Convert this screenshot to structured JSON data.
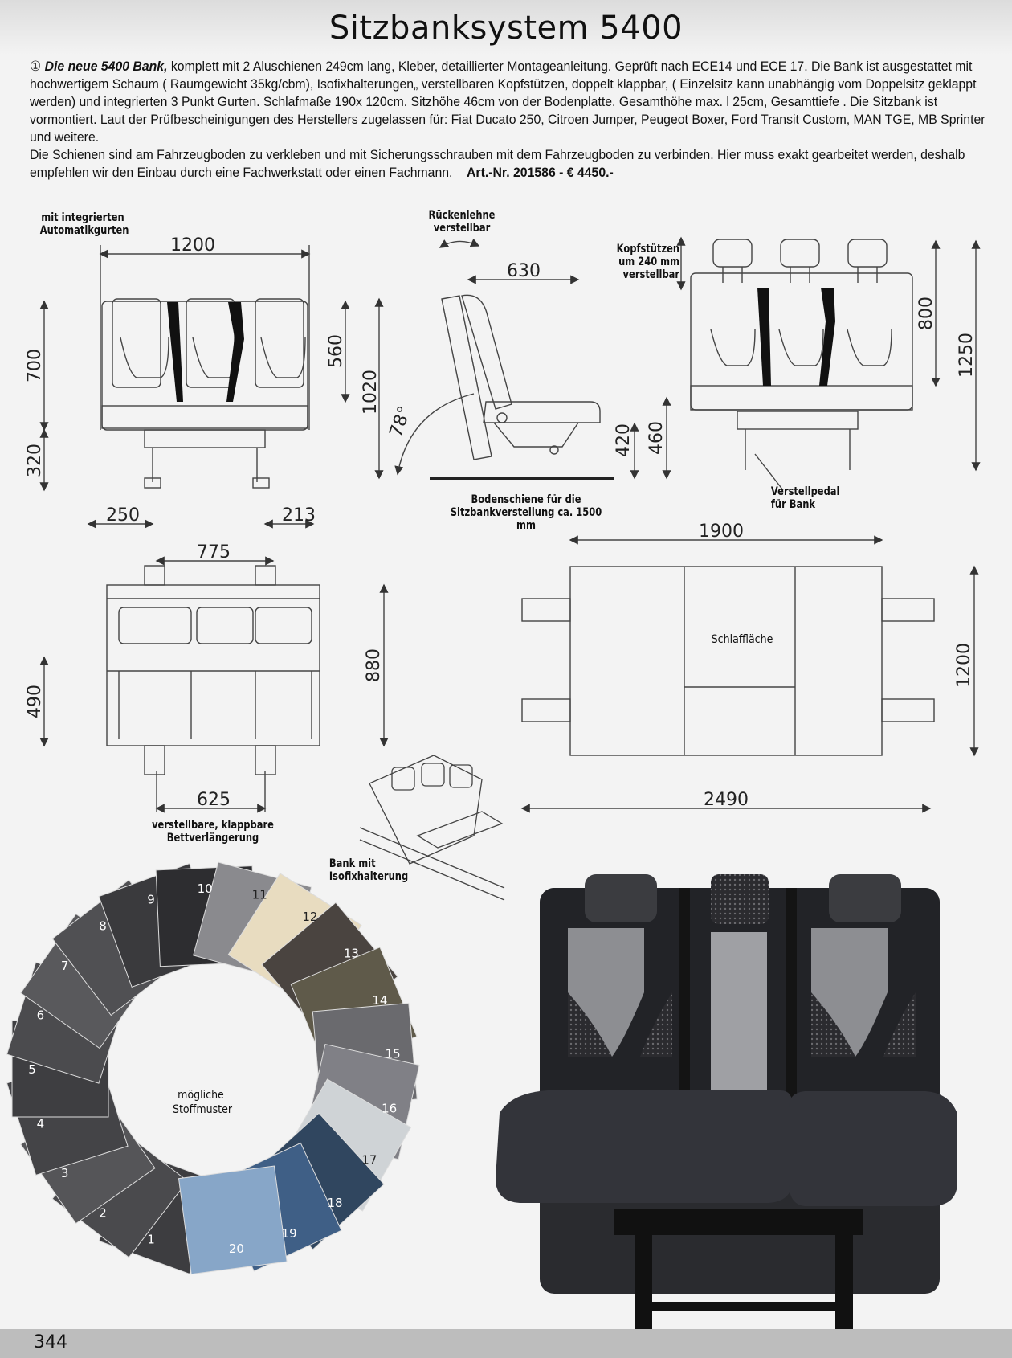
{
  "title": "Sitzbanksystem 5400",
  "intro": {
    "marker": "①",
    "lead": "Die neue 5400 Bank,",
    "body": " komplett mit 2 Aluschienen 249cm lang, Kleber, detaillierter Montageanleitung. Geprüft nach ECE14 und ECE 17. Die Bank ist ausgestattet mit hochwertigem Schaum ( Raumgewicht 35kg/cbm), Isofixhalterungen„ verstellbaren Kopfstützen, doppelt klappbar, ( Einzelsitz kann unabhängig vom Doppelsitz geklappt werden) und integrierten 3 Punkt Gurten. Schlafmaße 190x 120cm. Sitzhöhe 46cm von der Bodenplatte. Gesamthöhe max. l 25cm, Gesamttiefe . Die Sitzbank ist vormontiert. Laut der Prüfbescheinigungen des Herstellers zugelassen für: Fiat Ducato 250, Citroen Jumper, Peugeot Boxer, Ford Transit Custom, MAN TGE, MB Sprinter und weitere.",
    "body2": "Die Schienen sind am Fahrzeugboden zu verkleben und mit Sicherungsschrauben mit dem Fahrzeugboden zu verbinden. Hier muss exakt gearbeitet werden, deshalb empfehlen wir den Einbau durch eine Fachwerkstatt oder einen Fachmann.",
    "art": "Art.-Nr. 201586 - € 4450.-"
  },
  "labels": {
    "belts": "mit integrierten Automatikgurten",
    "backrest": "Rückenlehne verstellbar",
    "headrest": "Kopfstützen um 240 mm verstellbar",
    "rail": "Bodenschiene für die Sitzbankverstellung ca. 1500 mm",
    "pedal": "Verstellpedal für Bank",
    "extension": "verstellbare, klappbare Bettverlängerung",
    "isofix": "Bank mit Isofixhalterung",
    "sleep": "Schlaffläche",
    "fabrics": "mögliche Stoffmuster"
  },
  "dims": {
    "d1200a": "1200",
    "d700": "700",
    "d560": "560",
    "d320": "320",
    "d250": "250",
    "d213": "213",
    "d630": "630",
    "d1020": "1020",
    "d78": "78°",
    "d420": "420",
    "d460": "460",
    "d800": "800",
    "d1250": "1250",
    "d775": "775",
    "d880": "880",
    "d490": "490",
    "d625": "625",
    "d1900": "1900",
    "d1200b": "1200",
    "d2490": "2490"
  },
  "swatches": [
    "1",
    "2",
    "3",
    "4",
    "5",
    "6",
    "7",
    "8",
    "9",
    "10",
    "11",
    "12",
    "13",
    "14",
    "15",
    "16",
    "17",
    "18",
    "19",
    "20"
  ],
  "page_number": "344"
}
